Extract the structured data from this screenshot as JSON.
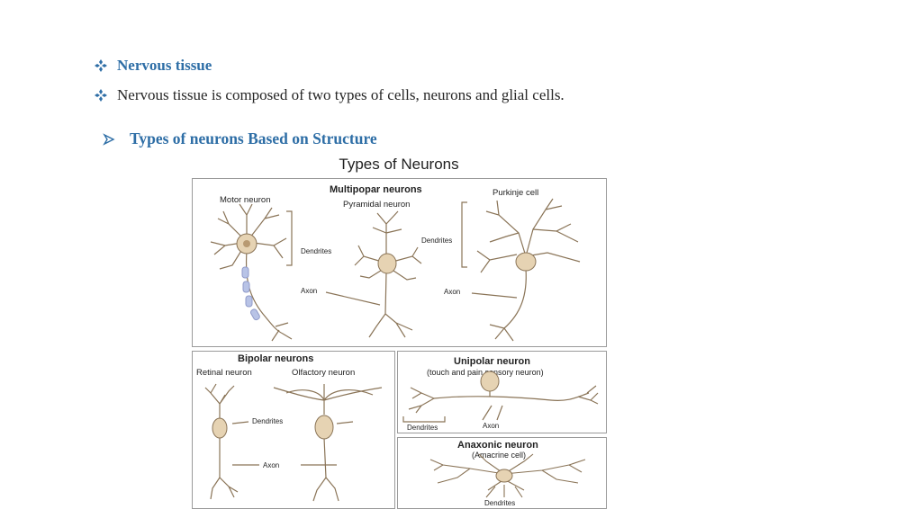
{
  "slide": {
    "bullet1": "Nervous tissue",
    "bullet2": "Nervous tissue is composed of two types of cells, neurons and glial cells.",
    "sub_bullet": "Types of neurons Based on Structure"
  },
  "figure": {
    "title": "Types of Neurons",
    "multipolar": {
      "heading": "Multipopar neurons",
      "motor": "Motor neuron",
      "pyramidal": "Pyramidal neuron",
      "purkinje": "Purkinje cell",
      "dendrites_1": "Dendrites",
      "dendrites_2": "Dendrites",
      "axon_1": "Axon",
      "axon_2": "Axon"
    },
    "bipolar": {
      "heading": "Bipolar neurons",
      "retinal": "Retinal neuron",
      "olfactory": "Olfactory neuron",
      "dendrites": "Dendrites",
      "axon": "Axon"
    },
    "unipolar": {
      "heading": "Unipolar neuron",
      "sub": "(touch and pain sensory neuron)",
      "dendrites": "Dendrites",
      "axon": "Axon"
    },
    "anaxonic": {
      "heading": "Anaxonic neuron",
      "sub": "(Amacrine cell)",
      "dendrites": "Dendrites"
    }
  },
  "colors": {
    "heading_blue": "#2e6ea6",
    "neuron_fill": "#e6d3b3",
    "neuron_stroke": "#8a7457"
  }
}
